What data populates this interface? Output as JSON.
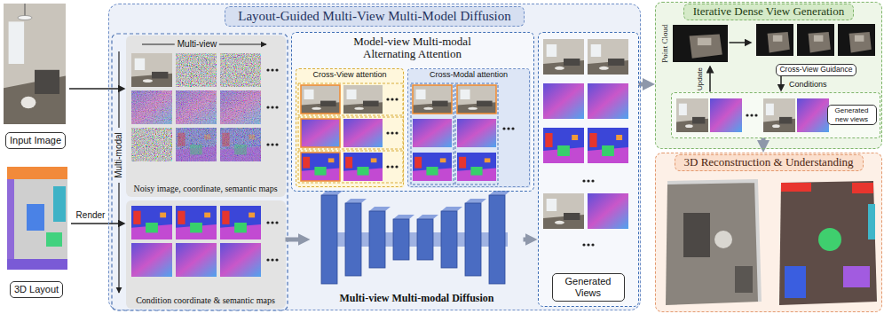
{
  "diagram": {
    "nodes": [
      {
        "text": [
          "Input Image"
        ]
      },
      {
        "text": [
          "3D Layout"
        ]
      },
      {
        "text": [
          "Layout-Guided Multi-View Multi-Model Diffusion"
        ]
      },
      {
        "text": [
          "Noisy image, coordinate, semantic maps"
        ],
        "in": 2
      },
      {
        "text": [
          "Condition coordinate & semantic maps"
        ],
        "in": 2
      },
      {
        "text": [
          "Model-view Multi-modal Alternating Attention"
        ],
        "in": 2
      },
      {
        "text": [
          "Cross-View attention"
        ],
        "in": 5
      },
      {
        "text": [
          "Cross-Modal attention"
        ],
        "in": 5
      },
      {
        "text": [
          "Multi-view Multi-modal Diffusion"
        ],
        "in": 2
      },
      {
        "text": [
          "Generated Views"
        ],
        "in": 2
      },
      {
        "text": [
          "Iterative Dense View Generation"
        ]
      },
      {
        "text": [
          "Point Cloud"
        ],
        "in": 10
      },
      {
        "text": [
          "Cross-View Guidance"
        ],
        "in": 10
      },
      {
        "text": [
          "Generated new views"
        ],
        "in": 10
      },
      {
        "text": [
          "3D Reconstruction & Understanding"
        ]
      }
    ],
    "edges": [
      {
        "from": 0,
        "to": 3,
        "arrow": "to"
      },
      {
        "from": 1,
        "to": 4,
        "label": "Render",
        "arrow": "to"
      },
      {
        "from": 4,
        "to": 8,
        "arrow": "to"
      },
      {
        "from": 8,
        "to": 9,
        "arrow": "to"
      },
      {
        "from": 9,
        "to": 10,
        "arrow": "to"
      },
      {
        "from": 11,
        "to": 12,
        "arrow": "to"
      },
      {
        "from": 12,
        "to": 13,
        "label": "Conditions",
        "arrow": "to"
      },
      {
        "from": 13,
        "to": 11,
        "label": "Update",
        "arrow": "to"
      },
      {
        "from": 13,
        "to": 14,
        "arrow": "to"
      }
    ],
    "labels": [
      "Multi-view",
      "Multi-modal"
    ]
  }
}
